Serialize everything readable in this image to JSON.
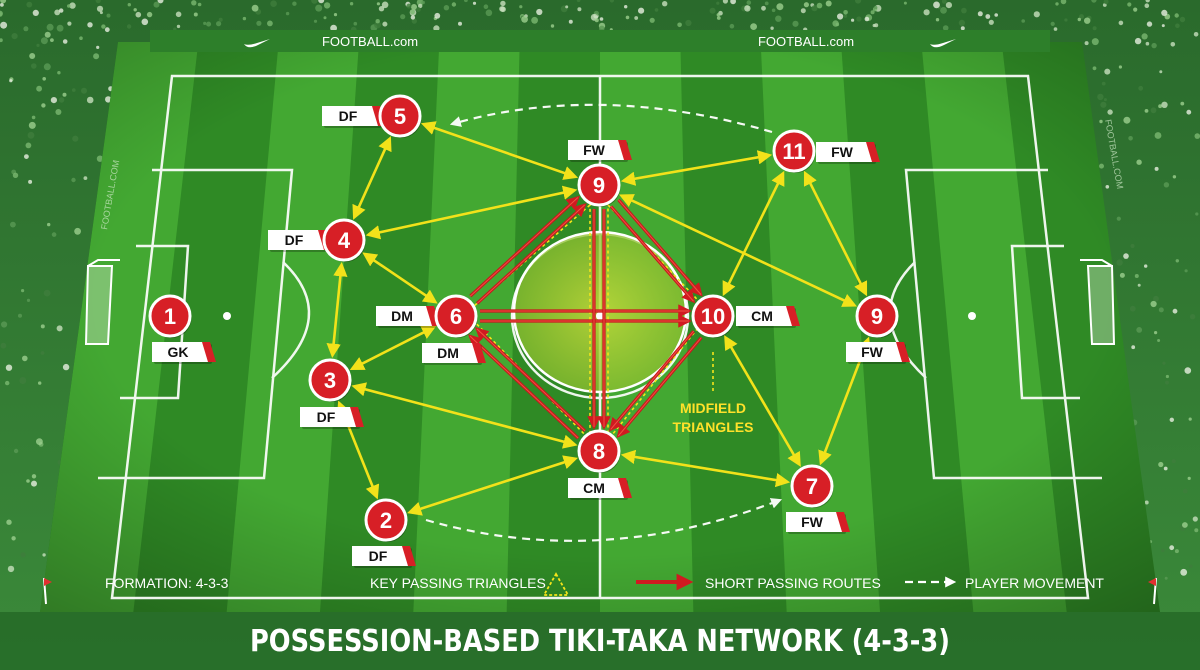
{
  "title": "POSSESSION-BASED TIKI-TAKA NETWORK (4-3-3)",
  "sponsor_text": "FOOTBALL.com",
  "side_text_left": "FOOTBALL.COM",
  "side_text_right": "FOOTBALL.COM",
  "annotation": {
    "line1": "MIDFIELD",
    "line2": "TRIANGLES"
  },
  "legend": {
    "formation": "FORMATION: 4-3-3",
    "triangles": "KEY PASSING TRIANGLES",
    "short_pass": "SHORT PASSING ROUTES",
    "movement": "PLAYER MOVEMENT"
  },
  "colors": {
    "pitch_light": "#43a832",
    "pitch_dark": "#2f8a25",
    "player_red": "#d71f26",
    "pass_yellow": "#f2e21a",
    "short_pass_red": "#c8161c",
    "annotation_yellow": "#ffe12a"
  },
  "players": [
    {
      "id": "gk",
      "number": "1",
      "role": "GK"
    },
    {
      "id": "df2",
      "number": "2",
      "role": "DF"
    },
    {
      "id": "df3",
      "number": "3",
      "role": "DF"
    },
    {
      "id": "df4",
      "number": "4",
      "role": "DF"
    },
    {
      "id": "df5",
      "number": "5",
      "role": "DF"
    },
    {
      "id": "dm6",
      "number": "6",
      "role": "DM"
    },
    {
      "id": "cm8",
      "number": "8",
      "role": "CM"
    },
    {
      "id": "cm10",
      "number": "10",
      "role": "CM"
    },
    {
      "id": "fw9",
      "number": "9",
      "role": "FW"
    },
    {
      "id": "fw11",
      "number": "11",
      "role": "FW"
    },
    {
      "id": "fw9b",
      "number": "9",
      "role": "FW"
    },
    {
      "id": "fw7",
      "number": "7",
      "role": "FW"
    }
  ]
}
